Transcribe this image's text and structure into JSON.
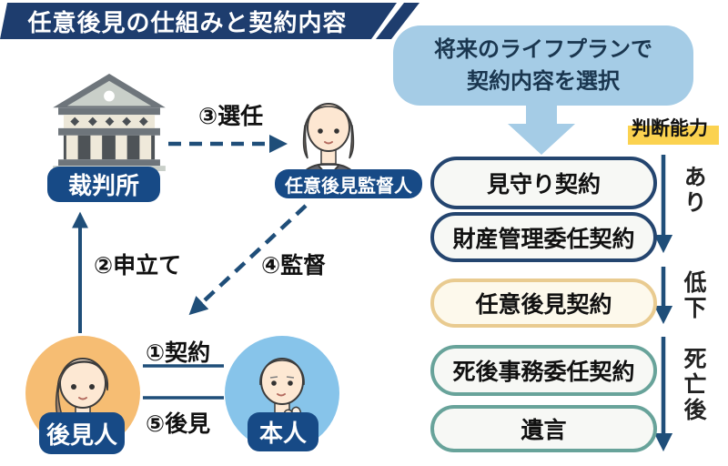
{
  "title": "任意後見の仕組みと契約内容",
  "callout": {
    "line1": "将来のライフプランで",
    "line2": "契約内容を選択"
  },
  "capacity_label": "判断能力",
  "contracts": [
    {
      "label": "見守り契約",
      "style": "navy"
    },
    {
      "label": "財産管理委任契約",
      "style": "navy"
    },
    {
      "label": "任意後見契約",
      "style": "gold"
    },
    {
      "label": "死後事務委任契約",
      "style": "teal"
    },
    {
      "label": "遺言",
      "style": "teal"
    }
  ],
  "stages": [
    {
      "label": "あり"
    },
    {
      "label": "低下"
    },
    {
      "label": "死亡後"
    }
  ],
  "actors": {
    "court": "裁判所",
    "supervisor": "任意後見監督人",
    "guardian": "後見人",
    "principal": "本人"
  },
  "relations": {
    "contract": "①契約",
    "petition": "②申立て",
    "appointment": "③選任",
    "supervision": "④監督",
    "guardianship": "⑤後見"
  },
  "colors": {
    "banner_navy": "#1e3d6e",
    "badge_navy": "#174a86",
    "arrow_navy": "#1f4e79",
    "pill_border_navy": "#24456f",
    "pill_border_gold": "#e9cb90",
    "pill_border_teal": "#68a39a",
    "callout_blue": "#a5cce6",
    "highlight_yellow": "#fbd250",
    "guardian_circle": "#f6bd73",
    "principal_circle": "#87c4ea"
  }
}
